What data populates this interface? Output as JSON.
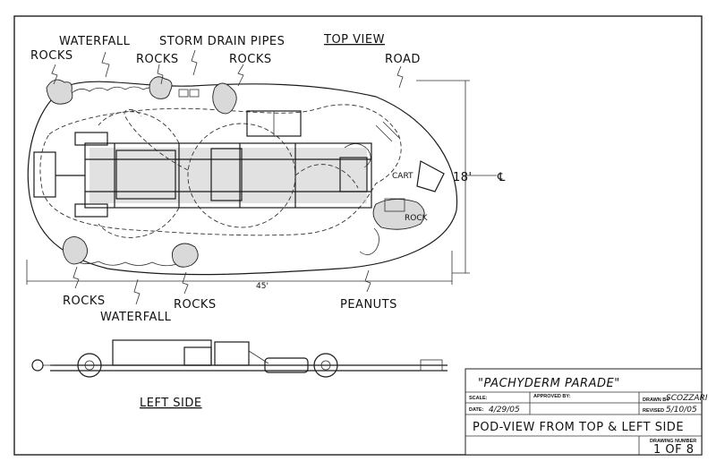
{
  "labels": {
    "rocks_top_left": "ROCKS",
    "waterfall_top": "WATERFALL",
    "rocks_top_mid": "ROCKS",
    "storm_drain": "STORM DRAIN PIPES",
    "rocks_top_right": "ROCKS",
    "top_view": "TOP VIEW",
    "road": "ROAD",
    "cart": "CART",
    "rock": "ROCK",
    "dim_width": "18'",
    "centerline": "℄",
    "rocks_bottom_left": "ROCKS",
    "waterfall_bottom": "WATERFALL",
    "rocks_bottom_mid": "ROCKS",
    "dim_length": "45'",
    "peanuts": "PEANUTS",
    "left_side": "LEFT SIDE"
  },
  "title_block": {
    "title": "\"PACHYDERM PARADE\"",
    "scale_label": "SCALE:",
    "approved_label": "APPROVED BY:",
    "drawn_label": "DRAWN BY",
    "drawn_value": "SCOZZARI",
    "date_label": "DATE:",
    "date_value": "4/29/05",
    "revised_label": "REVISED",
    "revised_value": "5/10/05",
    "description": "POD-VIEW FROM TOP & LEFT SIDE",
    "drawing_number_label": "DRAWING NUMBER",
    "drawing_number_value": "1 OF 8"
  }
}
